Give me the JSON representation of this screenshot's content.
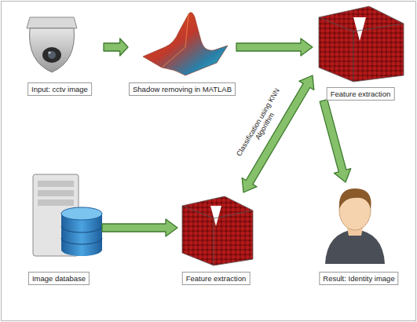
{
  "diagram": {
    "nodes": [
      {
        "text": [
          "Input: cctv image"
        ]
      },
      {
        "text": [
          "Shadow removing in MATLAB"
        ]
      },
      {
        "text": [
          "Feature extraction"
        ]
      },
      {
        "text": [
          "Image database"
        ]
      },
      {
        "text": [
          "Feature extraction"
        ]
      },
      {
        "text": [
          "Result: Identity image"
        ]
      }
    ],
    "edges": [
      {
        "from": 0,
        "to": 1,
        "arrow": "to"
      },
      {
        "from": 1,
        "to": 2,
        "arrow": "to"
      },
      {
        "from": 3,
        "to": 4,
        "arrow": "to"
      },
      {
        "from": 4,
        "to": 2,
        "label": "Classification using KNN Algorithm",
        "arrow": "both"
      },
      {
        "from": 2,
        "to": 5,
        "arrow": "to"
      }
    ]
  }
}
